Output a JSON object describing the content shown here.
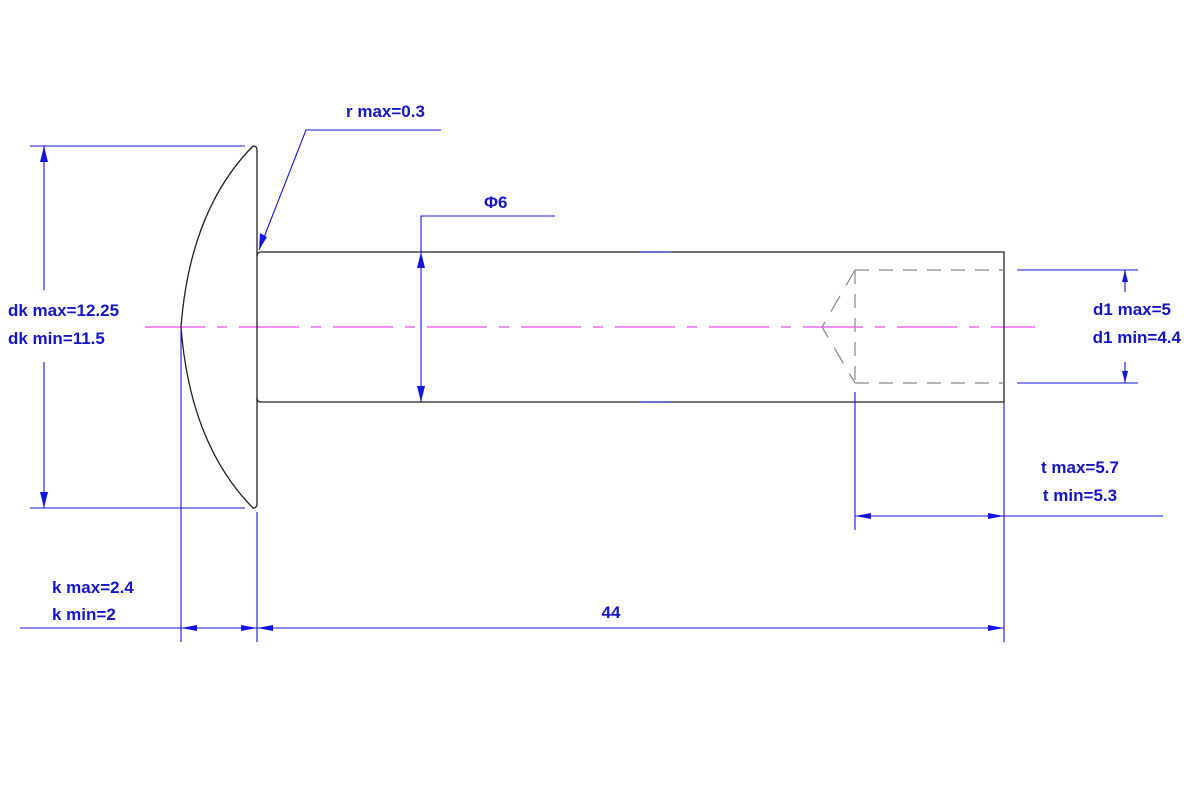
{
  "title": "Round head rivet drawing",
  "colors": {
    "dimension": "#1414e0",
    "outline": "#222222",
    "centerline": "#e020e0",
    "hidden": "#888888"
  },
  "dimensions": {
    "r": "r max=0.3",
    "diameter": "Φ6",
    "dk_max": "dk max=12.25",
    "dk_min": "dk min=11.5",
    "d1_max": "d1 max=5",
    "d1_min": "d1 min=4.4",
    "t_max": "t max=5.7",
    "t_min": "t min=5.3",
    "k_max": "k max=2.4",
    "k_min": "k min=2",
    "length": "44"
  }
}
